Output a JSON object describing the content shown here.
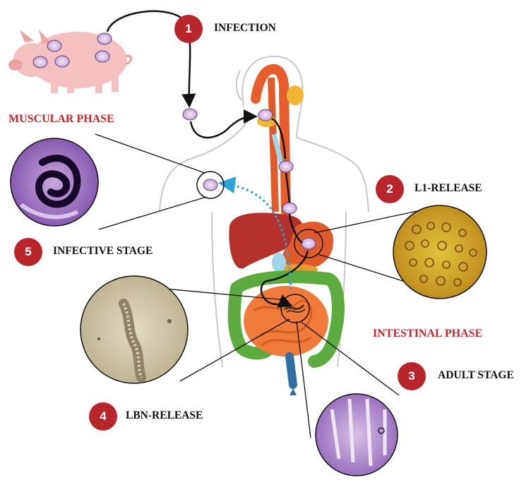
{
  "phases": {
    "muscular": "MUSCULAR PHASE",
    "intestinal": "INTESTINAL PHASE"
  },
  "steps": [
    {
      "number": "1",
      "label": "INFECTION"
    },
    {
      "number": "2",
      "label": "L1-RELEASE"
    },
    {
      "number": "3",
      "label": "ADULT STAGE"
    },
    {
      "number": "4",
      "label": "LBN-RELEASE"
    },
    {
      "number": "5",
      "label": "INFECTIVE STAGE"
    }
  ],
  "colors": {
    "phase_text": "#c0272d",
    "step_badge": "#b8262c",
    "arrow": "#111111",
    "dotted_arrow": "#2aa3d6",
    "stomach": "#e05a2a",
    "intestine_small": "#f07a3a",
    "colon": "#5cab3e",
    "liver": "#b3302b"
  },
  "icons": [
    "pig-icon",
    "larva-cyst-icon",
    "human-silhouette-icon"
  ]
}
